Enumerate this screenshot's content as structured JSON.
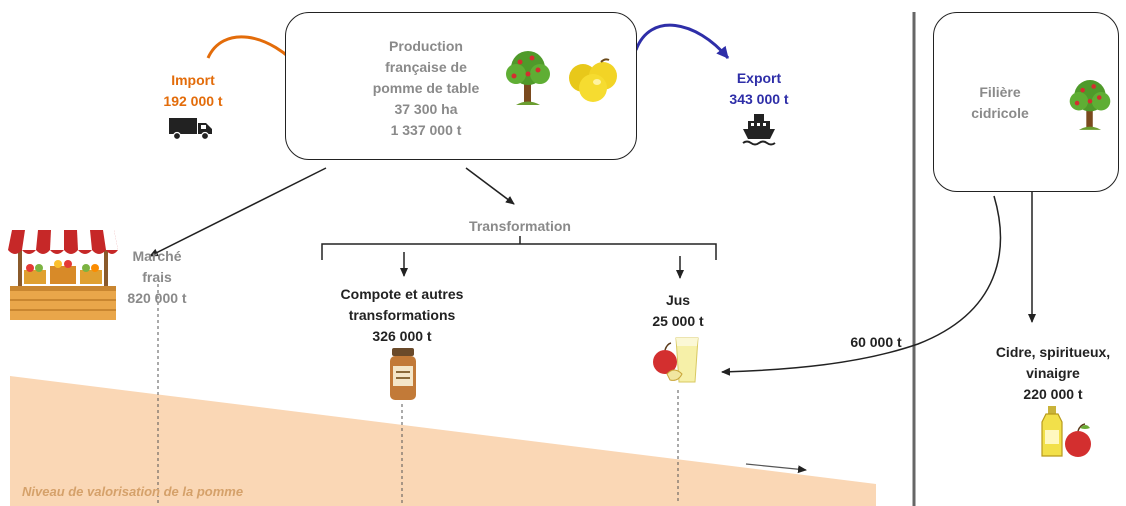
{
  "import": {
    "label": "Import",
    "value": "192 000 t",
    "icon": "truck-icon"
  },
  "export": {
    "label": "Export",
    "value": "343 000 t",
    "icon": "ship-icon"
  },
  "production": {
    "lines": [
      "Production",
      "française de",
      "pomme de table",
      "37 300 ha",
      "1 337 000 t"
    ],
    "icons": [
      "apple-tree-icon",
      "yellow-apples-icon"
    ]
  },
  "cider_chain": {
    "lines": [
      "Filière",
      "cidricole"
    ],
    "icon": "apple-tree-icon"
  },
  "fresh_market": {
    "lines": [
      "Marché",
      "frais",
      "820 000 t"
    ],
    "icon": "market-stall-icon"
  },
  "transformation": {
    "label": "Transformation"
  },
  "compote": {
    "lines": [
      "Compote et autres",
      "transformations",
      "326 000 t"
    ],
    "icon": "compote-jar-icon"
  },
  "juice": {
    "lines": [
      "Jus",
      "25 000 t"
    ],
    "icon": "juice-glass-icon"
  },
  "flow_to_juice": {
    "value": "60 000 t"
  },
  "cider_products": {
    "lines": [
      "Cidre, spiritueux,",
      "vinaigre",
      "220 000 t"
    ],
    "icon": "bottles-icon"
  },
  "valuation": {
    "label": "Niveau de valorisation de la pomme"
  },
  "colors": {
    "import": "#e36c0a",
    "export": "#2e2ea8",
    "gray_text": "#8a8a8a",
    "band": "#fad7b5",
    "band_text": "#d5a16a"
  }
}
